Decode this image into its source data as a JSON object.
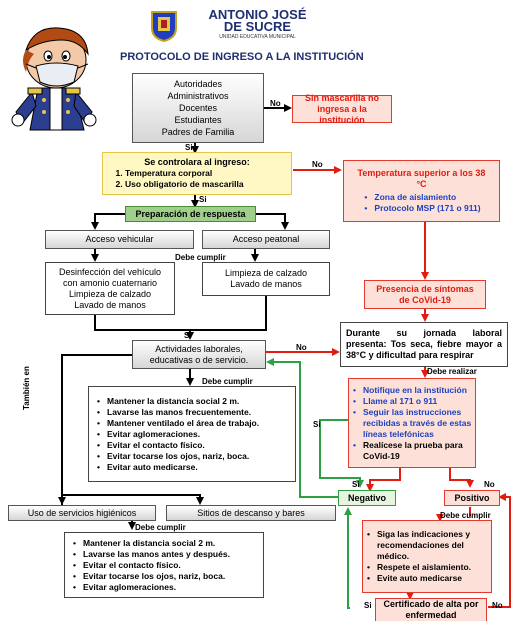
{
  "header": {
    "school_name_1": "ANTONIO JOSÉ",
    "school_name_2": "DE SUCRE",
    "school_sub": "UNIDAD EDUCATIVA MUNICIPAL",
    "title": "PROTOCOLO DE INGRESO A LA INSTITUCIÓN"
  },
  "colors": {
    "red": "#e31c12",
    "green": "#2ea043",
    "blue": "#1f3fbf",
    "yellow_fill": "#fff8c5",
    "green_fill": "#9fd08a"
  },
  "people_box": [
    "Autoridades",
    "Administrativos",
    "Docentes",
    "Estudiantes",
    "Padres de Familia"
  ],
  "no_mask": "Sin mascarilla no ingresa a la institución",
  "control": {
    "title": "Se controlara al ingreso:",
    "items": [
      "Temperatura corporal",
      "Uso obligatorio de mascarilla"
    ]
  },
  "temperature": {
    "title": "Temperatura superior a los 38 °C",
    "items": [
      "Zona de aislamiento",
      "Protocolo MSP (171 o 911)"
    ]
  },
  "preparation": "Preparación de respuesta",
  "vehicular": "Acceso vehicular",
  "peatonal": "Acceso peatonal",
  "vehicular_list": [
    "Desinfección del vehículo",
    "con amonio cuaternario",
    "Limpieza de calzado",
    "Lavado de manos"
  ],
  "peatonal_list": [
    "Limpieza de calzado",
    "Lavado de manos"
  ],
  "symptoms": "Presencia de síntomas de CoVid-19",
  "during": "Durante su jornada laboral presenta: Tos seca, fiebre mayor a 38°C y dificultad para respirar",
  "activities": "Actividades laborales, educativas o de servicio.",
  "work_measures": [
    "Mantener la distancia social 2 m.",
    "Lavarse las manos frecuentemente.",
    "Mantener ventilado el área de trabajo.",
    "Evitar aglomeraciones.",
    "Evitar el contacto físico.",
    "Evitar tocarse los ojos, nariz, boca.",
    "Evitar auto medicarse."
  ],
  "report": [
    "Notifique en la institución",
    "Llame al 171 o 911",
    "Seguir las instrucciones recibidas a través de estas líneas telefónicas",
    "Realícese la prueba para CoVid-19"
  ],
  "services": "Uso de servicios higiénicos",
  "rest_sites": "Sitios de descanso y bares",
  "services_measures": [
    "Mantener la distancia social 2 m.",
    "Lavarse las manos antes y después.",
    "Evitar el contacto físico.",
    "Evitar tocarse los ojos, nariz, boca.",
    "Evitar aglomeraciones."
  ],
  "negative": "Negativo",
  "positive": "Positivo",
  "positive_measures": [
    "Siga las indicaciones y recomendaciones del médico.",
    "Respete el aislamiento.",
    "Evite auto medicarse"
  ],
  "certificate": "Certificado de alta por enfermedad",
  "labels": {
    "si": "Si",
    "no": "No",
    "debe_cumplir": "Debe cumplir",
    "debe_realizar": "Debe realizar",
    "tambien_en": "También en"
  }
}
